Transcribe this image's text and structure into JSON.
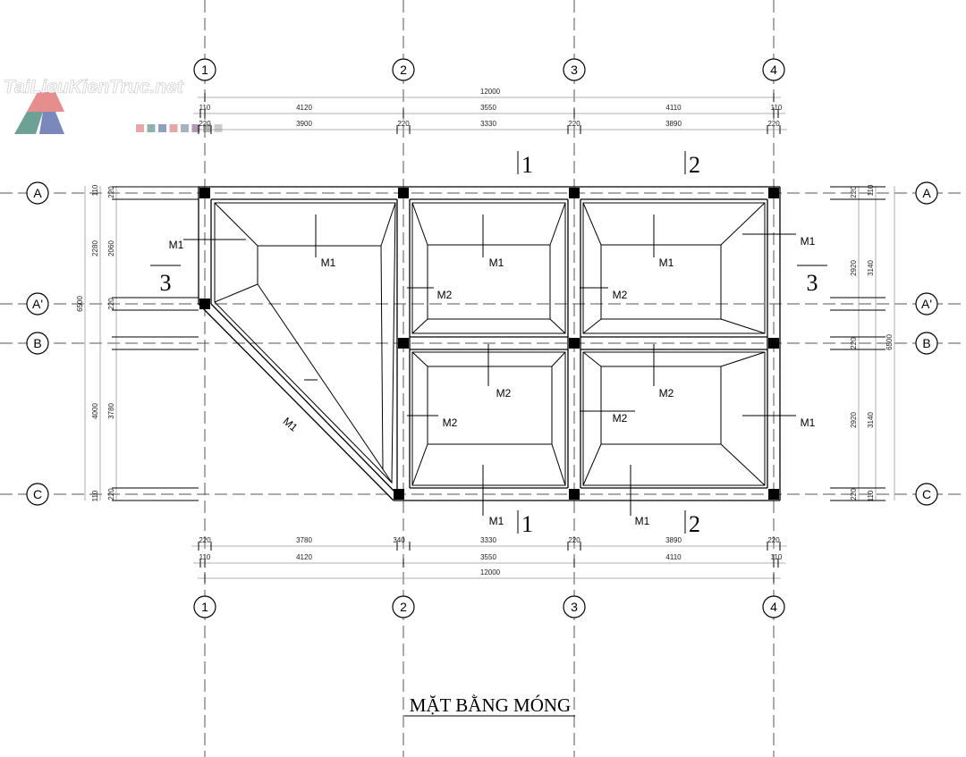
{
  "title": "MẶT BẰNG MÓNG",
  "watermark": "TaiLieuKienTruc.net",
  "grid_columns": [
    "1",
    "2",
    "3",
    "4"
  ],
  "grid_rows": [
    "A",
    "A'",
    "B",
    "C"
  ],
  "dimensions": {
    "top_overall": "12000",
    "top_axis": [
      "110",
      "4120",
      "3550",
      "4110",
      "110"
    ],
    "top_detail": [
      "220",
      "3900",
      "220",
      "3330",
      "220",
      "3890",
      "220"
    ],
    "bottom_detail": [
      "220",
      "3780",
      "340",
      "3330",
      "220",
      "3890",
      "220"
    ],
    "bottom_axis": [
      "110",
      "4120",
      "3550",
      "4110",
      "110"
    ],
    "bottom_overall": "12000",
    "left_overall": "6500",
    "left_axis": [
      "110",
      "2280",
      "4000",
      "110"
    ],
    "left_detail": [
      "220",
      "2060",
      "220",
      "3780",
      "220"
    ],
    "right_detail": [
      "220",
      "2920",
      "220",
      "2920",
      "220"
    ],
    "right_axis": [
      "110",
      "3140",
      "3140",
      "110"
    ],
    "right_overall": "6500"
  },
  "footing_labels": {
    "m1": [
      "M1",
      "M1",
      "M1",
      "M1",
      "M1",
      "M1",
      "M1",
      "M1",
      "M1"
    ],
    "m2": [
      "M2",
      "M2",
      "M2",
      "M2",
      "M2",
      "M2"
    ]
  },
  "section_marks": [
    "1",
    "2",
    "1",
    "2",
    "3",
    "3"
  ]
}
